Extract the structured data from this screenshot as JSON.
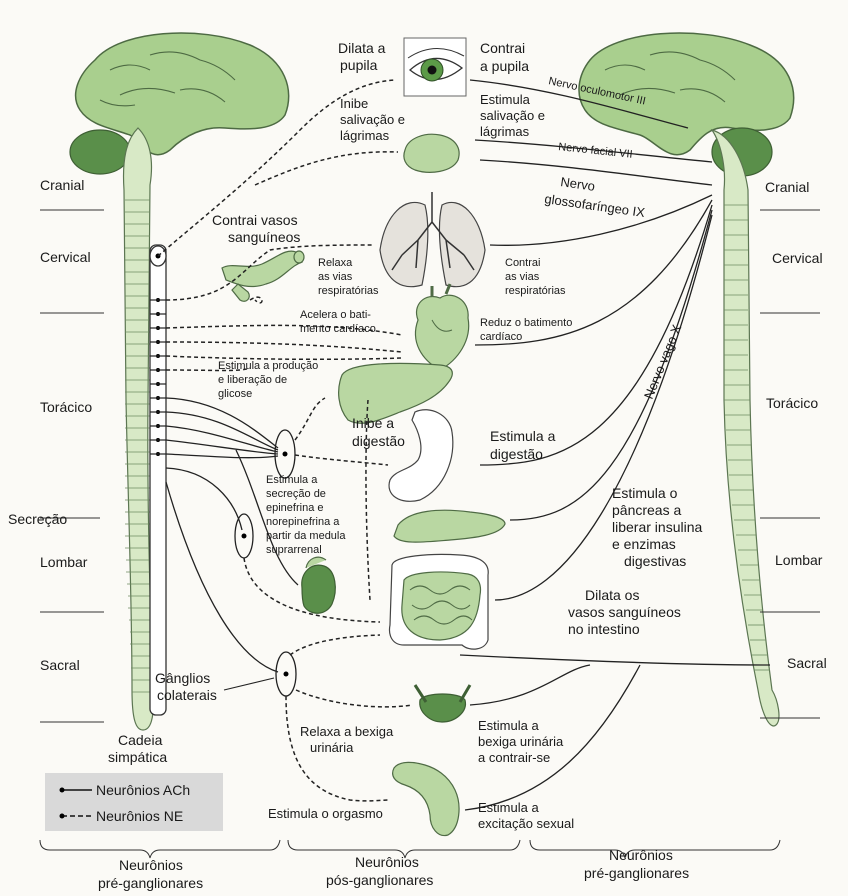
{
  "segments_left": [
    "Cranial",
    "Cervical",
    "Torácico",
    "Secreção",
    "Lombar",
    "Sacral"
  ],
  "segments_right": [
    "Cranial",
    "Cervical",
    "Torácico",
    "Lombar",
    "Sacral"
  ],
  "sympathetic": {
    "dilate_pupil": [
      "Dilata a",
      "pupila"
    ],
    "inhibit_salivation": [
      "Inibe",
      "salivação e",
      "lágrimas"
    ],
    "contract_vessels": [
      "Contrai vasos",
      "sanguíneos"
    ],
    "relax_airways": [
      "Relaxa",
      "as vias",
      "respiratórias"
    ],
    "accelerate_heart": [
      "Acelera o bati-",
      "mento cardíaco"
    ],
    "glucose": [
      "Estimula a produção",
      "e liberação de",
      "glicose"
    ],
    "inhibit_digestion": [
      "Inibe a",
      "digestão"
    ],
    "adrenal": [
      "Estimula a",
      "secreção de",
      "epinefrina e",
      "norepinefrina a",
      "partir da medula",
      "suprarrenal"
    ],
    "relax_bladder": [
      "Relaxa a bexiga",
      "urinária"
    ],
    "orgasm": "Estimula o orgasmo"
  },
  "parasympathetic": {
    "contract_pupil": [
      "Contrai",
      "a pupila"
    ],
    "stimulate_salivation": [
      "Estimula",
      "salivação e",
      "lágrimas"
    ],
    "contract_airways": [
      "Contrai",
      "as vias",
      "respiratórias"
    ],
    "reduce_heart": [
      "Reduz o batimento",
      "cardíaco"
    ],
    "stimulate_digestion": [
      "Estimula a",
      "digestão"
    ],
    "pancreas": [
      "Estimula o",
      "pâncreas a",
      "liberar insulina",
      "e enzimas",
      "digestivas"
    ],
    "dilate_vessels": [
      "Dilata os",
      "vasos sanguíneos",
      "no intestino"
    ],
    "contract_bladder": [
      "Estimula a",
      "bexiga urinária",
      "a contrair-se"
    ],
    "sexual_excitement": [
      "Estimula a",
      "excitação sexual"
    ]
  },
  "nerves": {
    "oculomotor": "Nervo oculomotor III",
    "facial": "Nervo facial VII",
    "glossopharyngeal": [
      "Nervo",
      "glossofaríngeo IX"
    ],
    "vagus": "Nervo vago X"
  },
  "structures": {
    "collateral_ganglia": [
      "Gânglios",
      "colaterais"
    ],
    "sympathetic_chain": [
      "Cadeia",
      "simpática"
    ]
  },
  "legend": {
    "ach": "Neurônios ACh",
    "ne": "Neurônios NE"
  },
  "bottom": {
    "left": [
      "Neurônios",
      "pré-ganglionares"
    ],
    "middle": [
      "Neurônios",
      "pós-ganglionares"
    ],
    "right": [
      "Neurônios",
      "pré-ganglionares"
    ]
  },
  "colors": {
    "organ_green": "#b9d7a2",
    "dark_green": "#5a8f4a",
    "line": "#222222",
    "legend_bg": "#d9d9d9"
  }
}
